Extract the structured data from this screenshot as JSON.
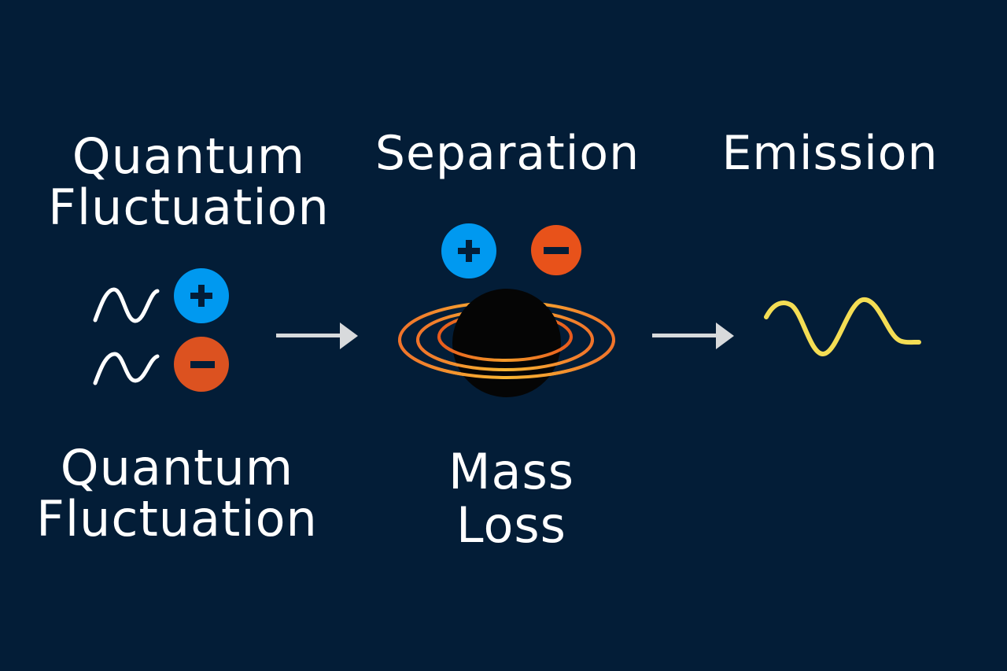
{
  "diagram": {
    "title": "Hawking radiation process",
    "stages": [
      {
        "id": "fluctuation",
        "heading_lines": [
          "Quantum",
          "Fluctuation"
        ],
        "caption_lines": [
          "Quantum",
          "Fluctuation"
        ]
      },
      {
        "id": "separation",
        "heading_lines": [
          "Separation"
        ],
        "caption_lines": [
          "Mass",
          "Loss"
        ]
      },
      {
        "id": "emission",
        "heading_lines": [
          "Emission"
        ],
        "caption_lines": []
      }
    ],
    "particles": {
      "positive": {
        "sign": "+",
        "color": "#0099f0"
      },
      "negative": {
        "sign": "−",
        "color": "#e0501c"
      }
    },
    "colors": {
      "background": "#031d37",
      "text": "#ffffff",
      "wave_virtual": "#ffffff",
      "wave_emission": "#f4dd54",
      "black_hole": "#050505",
      "ring_outer": "#f5a623",
      "ring_inner": "#e8641a",
      "arrow": "#d8dadc"
    },
    "icons": [
      "wave-icon",
      "positive-particle-icon",
      "negative-particle-icon",
      "black-hole-icon",
      "accretion-ring-icon",
      "arrow-right-icon",
      "emission-wave-icon"
    ]
  }
}
